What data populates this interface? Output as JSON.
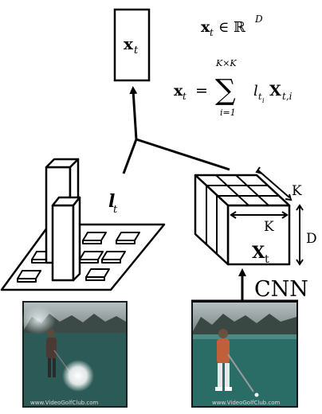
{
  "output_box_label": "x",
  "output_box_sub": "t",
  "eq1": {
    "lhs_var": "x",
    "lhs_sub": "t",
    "relation": "∈ ℝ",
    "superscript": "D"
  },
  "eq2": {
    "lhs_var": "x",
    "lhs_sub": "t",
    "equals": "=",
    "sum_symbol": "∑",
    "sum_upper": "K×K",
    "sum_lower": "i=1",
    "term_l": "l",
    "term_l_sub": "t",
    "term_l_subsub": "i",
    "term_X": "X",
    "term_X_sub": "t,i"
  },
  "attention_label": {
    "var": "l",
    "sub": "t"
  },
  "cube": {
    "dim_k_side": "K",
    "dim_k_front": "K",
    "dim_d": "D",
    "front_var": "X",
    "front_sub": "t"
  },
  "cnn_label": "CNN",
  "photos": {
    "left_caption": "www.VideoGolfClub.com",
    "right_caption": "www.VideoGolfClub.com"
  },
  "colors": {
    "line": "#000000",
    "sky": "#9aa3a3",
    "grass": "#2f6e69",
    "spot": "#ffffff"
  }
}
